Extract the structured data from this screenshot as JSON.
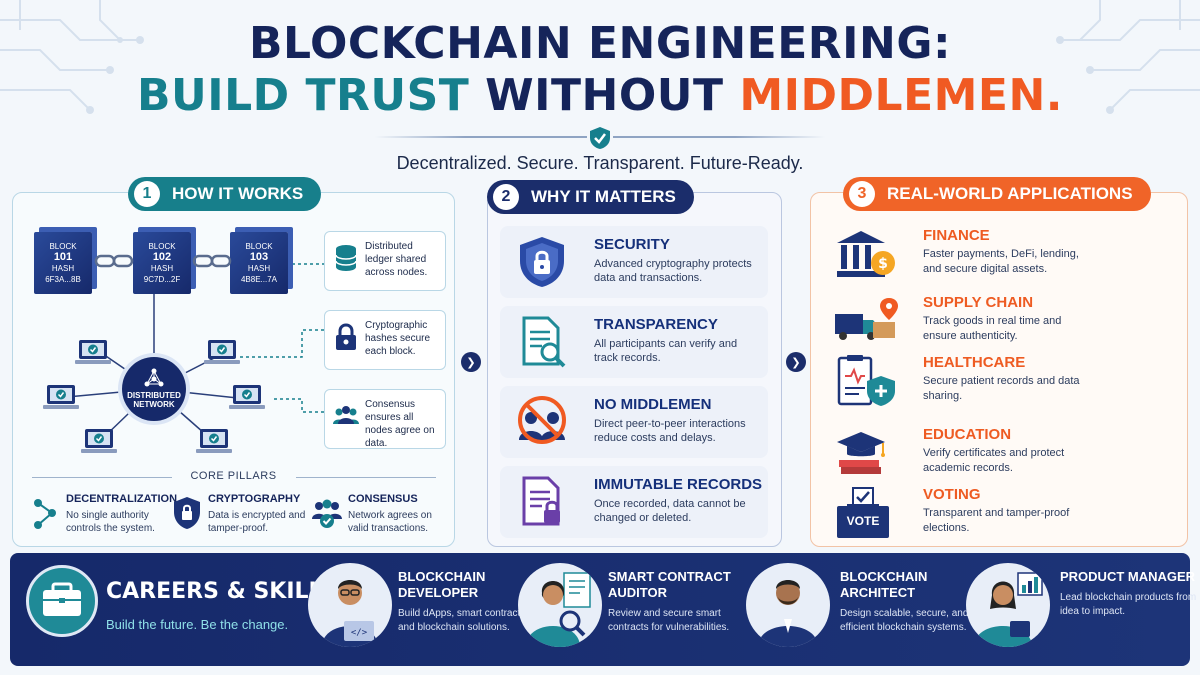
{
  "header": {
    "title_line1": "BLOCKCHAIN ENGINEERING:",
    "title_line2_a": "BUILD TRUST",
    "title_line2_b": "WITHOUT",
    "title_line2_c": "MIDDLEMEN.",
    "tagline": "Decentralized. Secure. Transparent. Future-Ready."
  },
  "how_it_works": {
    "num": "1",
    "title": "HOW IT WORKS",
    "blocks": [
      {
        "label": "BLOCK",
        "number": "101",
        "hash_label": "HASH",
        "hash": "6F3A...8B"
      },
      {
        "label": "BLOCK",
        "number": "102",
        "hash_label": "HASH",
        "hash": "9C7D...2F"
      },
      {
        "label": "BLOCK",
        "number": "103",
        "hash_label": "HASH",
        "hash": "4B8E...7A"
      }
    ],
    "network_label_1": "DISTRIBUTED",
    "network_label_2": "NETWORK",
    "features": [
      "Distributed ledger shared across nodes.",
      "Cryptographic hashes secure each block.",
      "Consensus ensures all nodes agree on data."
    ],
    "pillars_title": "CORE PILLARS",
    "pillars": [
      {
        "title": "DECENTRALIZATION",
        "desc": "No single authority controls the system."
      },
      {
        "title": "CRYPTOGRAPHY",
        "desc": "Data is encrypted and tamper-proof."
      },
      {
        "title": "CONSENSUS",
        "desc": "Network agrees on valid transactions."
      }
    ]
  },
  "why_it_matters": {
    "num": "2",
    "title": "WHY IT MATTERS",
    "items": [
      {
        "title": "SECURITY",
        "desc": "Advanced cryptography protects data and transactions."
      },
      {
        "title": "TRANSPARENCY",
        "desc": "All participants can verify and track records."
      },
      {
        "title": "NO MIDDLEMEN",
        "desc": "Direct peer-to-peer interactions reduce costs and delays."
      },
      {
        "title": "IMMUTABLE RECORDS",
        "desc": "Once recorded, data cannot be changed or deleted."
      }
    ]
  },
  "applications": {
    "num": "3",
    "title": "REAL-WORLD APPLICATIONS",
    "items": [
      {
        "title": "FINANCE",
        "desc": "Faster payments, DeFi, lending, and secure digital assets."
      },
      {
        "title": "SUPPLY CHAIN",
        "desc": "Track goods in real time and ensure authenticity."
      },
      {
        "title": "HEALTHCARE",
        "desc": "Secure patient records and data sharing."
      },
      {
        "title": "EDUCATION",
        "desc": "Verify certificates and protect academic records."
      },
      {
        "title": "VOTING",
        "desc": "Transparent and tamper-proof elections."
      }
    ],
    "vote_label": "VOTE"
  },
  "careers": {
    "title": "CAREERS & SKILLS",
    "subtitle": "Build the future. Be the change.",
    "roles": [
      {
        "title": "BLOCKCHAIN DEVELOPER",
        "desc": "Build dApps, smart contracts, and blockchain solutions."
      },
      {
        "title": "SMART CONTRACT AUDITOR",
        "desc": "Review and secure smart contracts for vulnerabilities."
      },
      {
        "title": "BLOCKCHAIN ARCHITECT",
        "desc": "Design scalable, secure, and efficient blockchain systems."
      },
      {
        "title": "PRODUCT MANAGER",
        "desc": "Lead blockchain products from idea to impact."
      }
    ]
  },
  "colors": {
    "navy": "#15245a",
    "teal": "#167f8d",
    "orange": "#f05a22"
  }
}
